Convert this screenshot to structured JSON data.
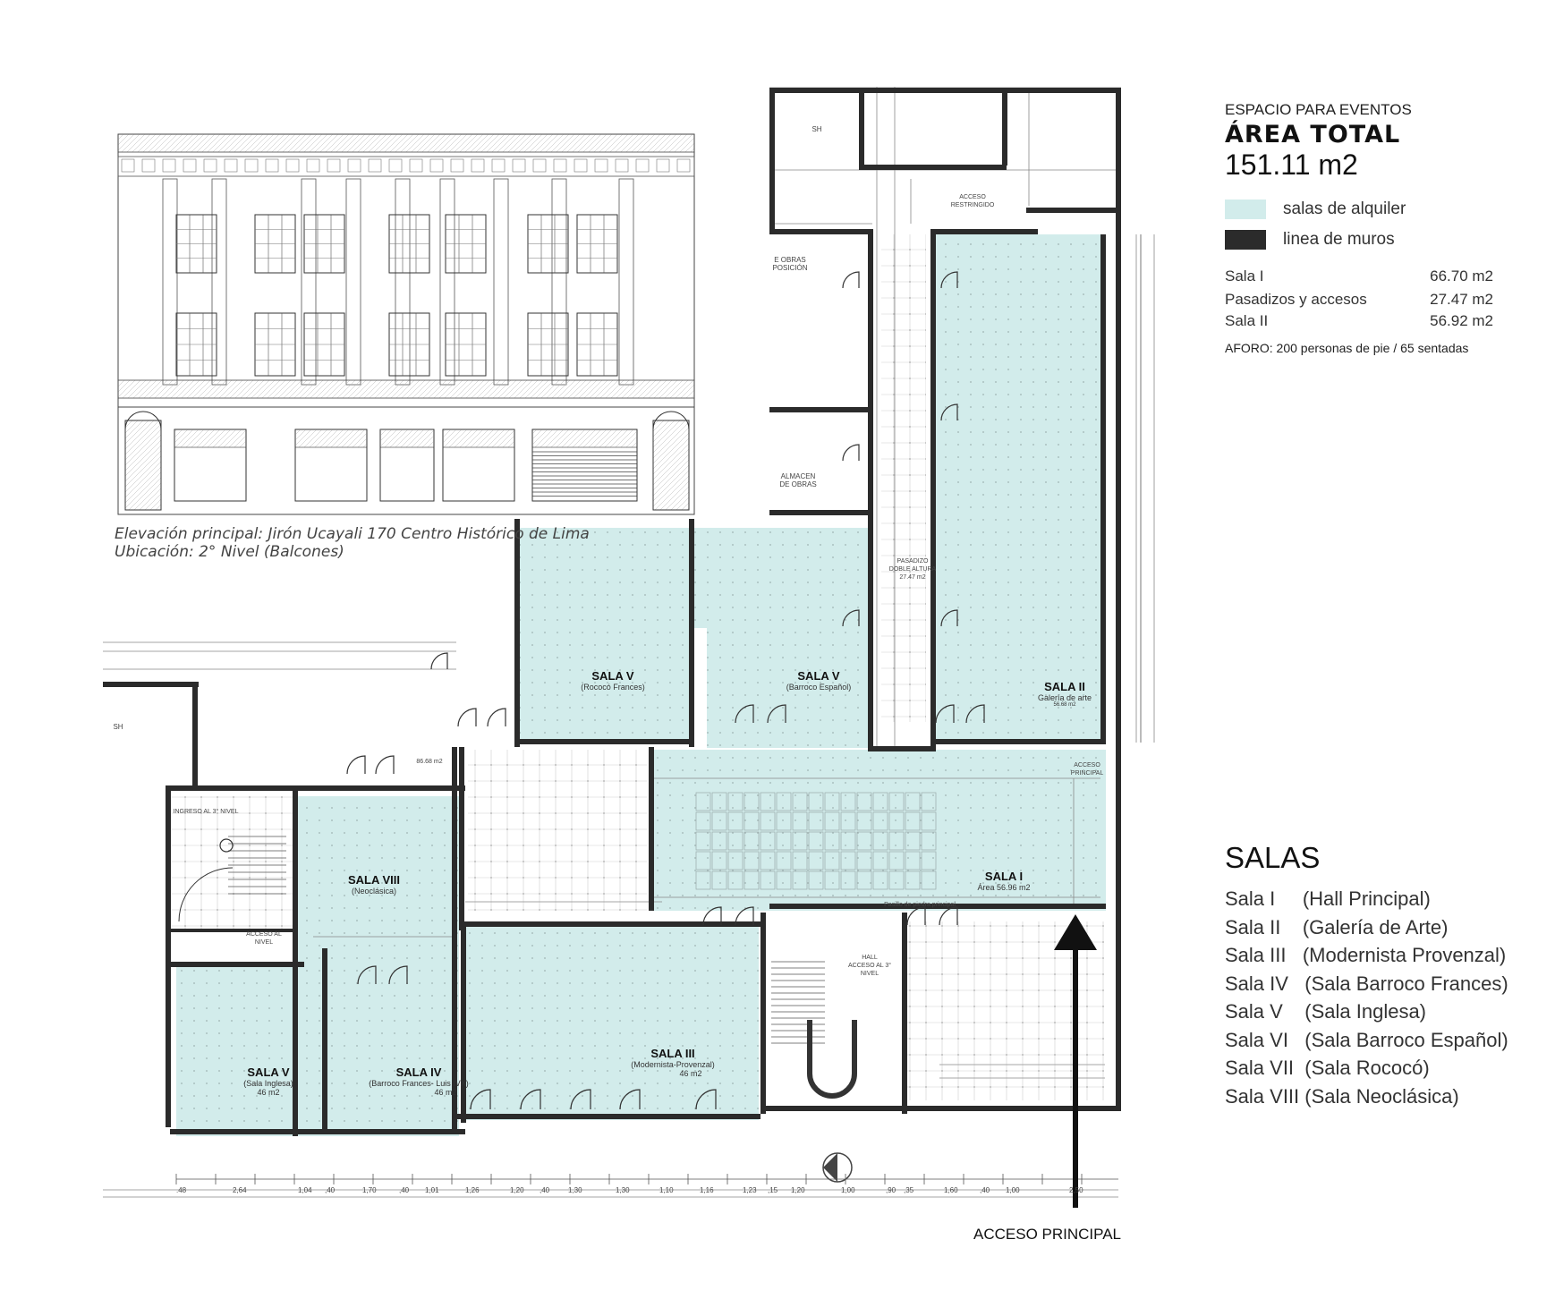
{
  "colors": {
    "rental": "#d2eceb",
    "wall": "#2b2b2b",
    "grid": "#b9c7c6"
  },
  "caption": {
    "line1": "Elevación principal: Jirón Ucayali 170 Centro Histórico de Lima",
    "line2": "Ubicación: 2° Nivel (Balcones)"
  },
  "legend": {
    "title": "ESPACIO PARA EVENTOS",
    "area_label": "ÁREA TOTAL",
    "total": "151.11 m2",
    "items": [
      {
        "label": "salas de alquiler",
        "color": "#d2eceb"
      },
      {
        "label": "linea de muros",
        "color": "#2b2b2b"
      }
    ],
    "areas": [
      {
        "name": "Sala I",
        "value": "66.70 m2"
      },
      {
        "name": "Pasadizos y accesos",
        "value": "27.47 m2"
      },
      {
        "name": "Sala II",
        "value": "56.92 m2"
      }
    ],
    "aforo": "AFORO: 200 personas de pie / 65 sentadas"
  },
  "salas": {
    "title": "SALAS",
    "items": [
      "Sala I     (Hall Principal)",
      "Sala II    (Galería de Arte)",
      "Sala III   (Modernista Provenzal)",
      "Sala IV   (Sala Barroco Frances)",
      "Sala V    (Sala Inglesa)",
      "Sala VI   (Sala Barroco Español)",
      "Sala VII  (Sala Rococó)",
      "Sala VIII (Sala Neoclásica)"
    ]
  },
  "rooms": {
    "sala_v_rococo": {
      "name": "SALA V",
      "sub": "(Rococó Frances)"
    },
    "sala_v_barroco": {
      "name": "SALA V",
      "sub": "(Barroco Español)"
    },
    "sala_ii": {
      "name": "SALA II",
      "sub": "Galería de arte",
      "area": "56.68 m2"
    },
    "sala_viii": {
      "name": "SALA VIII",
      "sub": "(Neoclásica)"
    },
    "sala_i": {
      "name": "SALA I",
      "sub": "Área 56.96 m2"
    },
    "sala_iii": {
      "name": "SALA III",
      "sub": "(Modernista-Provenzal)",
      "area": "46 m2"
    },
    "sala_v_inglesa": {
      "name": "SALA V",
      "sub": "(Sala Inglesa)",
      "area": "46 m2"
    },
    "sala_iv": {
      "name": "SALA IV",
      "sub": "(Barroco Frances- Luis IVX)",
      "area": "46 m2"
    }
  },
  "small_labels": {
    "sh_top": "SH",
    "sh_left": "SH",
    "obras": "E OBRAS\nPOSICIÓN",
    "almacen": "ALMACEN\nDE OBRAS",
    "acceso_restringido": "ACCESO\nRESTRINGIDO",
    "pasadizo": "PASADIZO\nDOBLE ALTURA\n27.47 m2",
    "hall": "HALL\nACCESO AL 3°\nNIVEL",
    "acceso_principal_small": "ACCESO\nPRINCIPAL",
    "acceso_nivel": "ACCESO AL\nNIVEL",
    "ingreso": "INGRESO AL 3° NIVEL",
    "sala_left_area": "86.68 m2",
    "piso": "Pasillo de piedra principal"
  },
  "bottom_dims": [
    ".48",
    "2,64",
    "1,04",
    ",40",
    "1,70",
    ",40",
    "1,01",
    "1,26",
    "1,20",
    ",40",
    "1,30",
    "1,30",
    "1,10",
    "1,16",
    "1,23",
    ",15",
    "1,20",
    "1,00",
    ",90",
    ",35",
    "1,60",
    ",40",
    "1,00",
    "2,50"
  ],
  "access_label": "ACCESO PRINCIPAL"
}
